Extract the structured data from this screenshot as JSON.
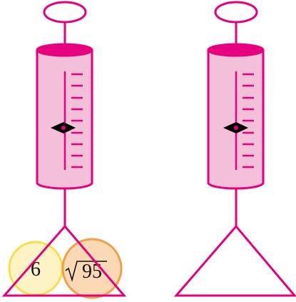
{
  "colors": {
    "frame": "#e6007e",
    "tube_fill": "#f4bfd8",
    "tube_top": "#e6007e",
    "yellow_ball_fill": "#fdf3c4",
    "yellow_ball_stroke": "#f6e04a",
    "orange_ball_fill": "#fbd9b4",
    "orange_ball_stroke": "#f0a04b",
    "pointer": "#000000",
    "text": "#111111"
  },
  "scales": [
    {
      "id": "left",
      "weights": [
        {
          "label": "6",
          "style": "yellow"
        },
        {
          "label": "√95",
          "style": "orange",
          "radicand": "95"
        }
      ]
    },
    {
      "id": "right",
      "weights": []
    }
  ]
}
